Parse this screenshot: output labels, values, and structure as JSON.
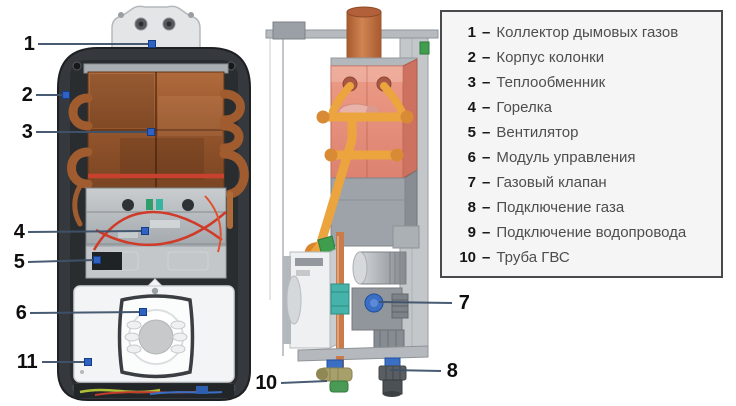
{
  "legend": {
    "separator": "–",
    "items": [
      {
        "num": "1",
        "text": "Коллектор дымовых газов"
      },
      {
        "num": "2",
        "text": "Корпус колонки"
      },
      {
        "num": "3",
        "text": "Теплообменник"
      },
      {
        "num": "4",
        "text": "Горелка"
      },
      {
        "num": "5",
        "text": "Вентилятор"
      },
      {
        "num": "6",
        "text": "Модуль управления"
      },
      {
        "num": "7",
        "text": "Газовый клапан"
      },
      {
        "num": "8",
        "text": "Подключение газа"
      },
      {
        "num": "9",
        "text": "Подключение водопровода"
      },
      {
        "num": "10",
        "text": "Труба ГВС"
      }
    ]
  },
  "callouts": [
    "1",
    "2",
    "3",
    "4",
    "5",
    "6",
    "11",
    "7",
    "8",
    "10"
  ],
  "colors": {
    "callout_accent": "#2e62c4",
    "leader_line": "#3f536b",
    "legend_border": "#4a4a4e",
    "legend_bg": "#f5f5f6",
    "copper": "#9d5b31",
    "exchanger_salmon": "#e6907c",
    "pipe_yellow": "#eba43e"
  }
}
